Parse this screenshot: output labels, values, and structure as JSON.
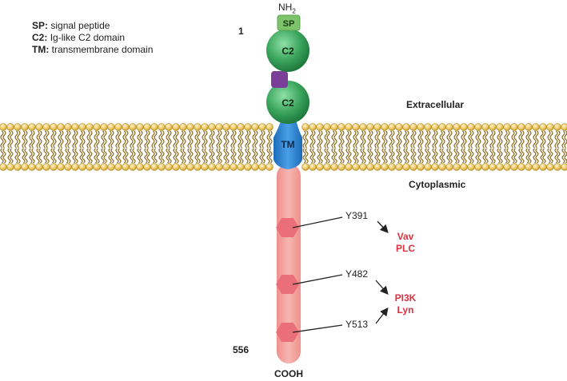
{
  "legend": [
    {
      "abbr": "SP",
      "text": "signal peptide"
    },
    {
      "abbr": "C2",
      "text": "Ig-like C2 domain"
    },
    {
      "abbr": "TM",
      "text": "transmembrane domain"
    }
  ],
  "residue_start": "1",
  "residue_end": "556",
  "n_terminus": "NH",
  "n_terminus_sub": "2",
  "c_terminus": "COOH",
  "domains": {
    "sp": "SP",
    "c2_upper": "C2",
    "c2_lower": "C2",
    "tm": "TM"
  },
  "regions": {
    "extracellular": "Extracellular",
    "cytoplasmic": "Cytoplasmic"
  },
  "tyrosines": [
    "Y391",
    "Y482",
    "Y513"
  ],
  "partners": {
    "group1_line1": "Vav",
    "group1_line2": "PLC",
    "group2_line1": "PI3K",
    "group2_line2": "Lyn"
  },
  "colors": {
    "sp": "#7dc36b",
    "c2": "#3aa55c",
    "linker": "#7a3f98",
    "tm": "#2e7ecb",
    "tail": "#f2a09b",
    "tyrosine": "#ea6f7a",
    "membrane": "#e9c25a",
    "partner_text": "#e0303e"
  }
}
